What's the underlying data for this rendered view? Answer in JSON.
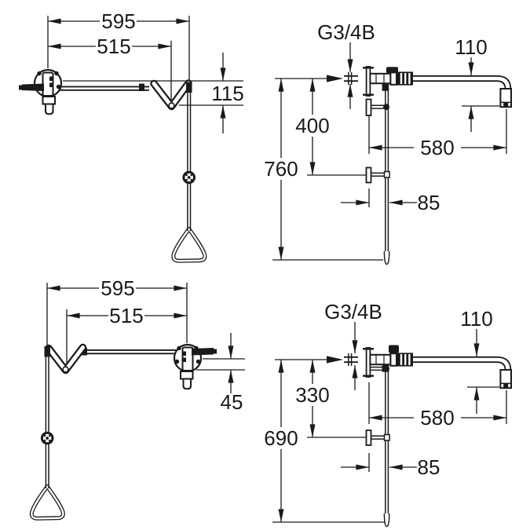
{
  "colors": {
    "ink": "#1a1a1a",
    "paper": "#ffffff"
  },
  "views": {
    "front_top": {
      "dim_total_width": "595",
      "dim_arm_width": "515",
      "dim_drop": "115"
    },
    "side_top": {
      "thread_label": "G3/4B",
      "dim_spout_drop": "110",
      "dim_valve_to_guide": "400",
      "dim_total_height": "760",
      "dim_reach": "580",
      "dim_wall_offset": "85"
    },
    "front_bottom": {
      "dim_total_width": "595",
      "dim_arm_width": "515",
      "dim_drop": "45"
    },
    "side_bottom": {
      "thread_label": "G3/4B",
      "dim_spout_drop": "110",
      "dim_valve_to_guide": "330",
      "dim_total_height": "690",
      "dim_reach": "580",
      "dim_wall_offset": "85"
    }
  }
}
